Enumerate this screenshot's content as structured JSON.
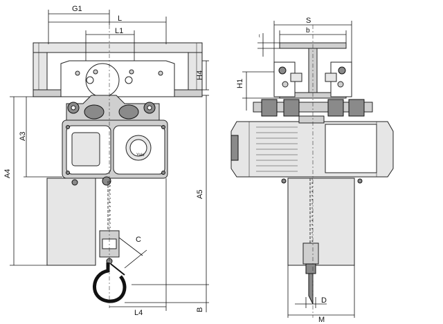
{
  "front_view": {
    "labels": {
      "g1": "G1",
      "l": "L",
      "l1": "L1",
      "h4": "H4",
      "a3": "A3",
      "a4": "A4",
      "a5": "A5",
      "c": "C",
      "l4": "L4",
      "b_cap": "B"
    },
    "brand": "Yale"
  },
  "side_view": {
    "labels": {
      "s": "S",
      "b": "b",
      "t": "t",
      "h1": "H1",
      "d": "D",
      "m": "M"
    }
  }
}
